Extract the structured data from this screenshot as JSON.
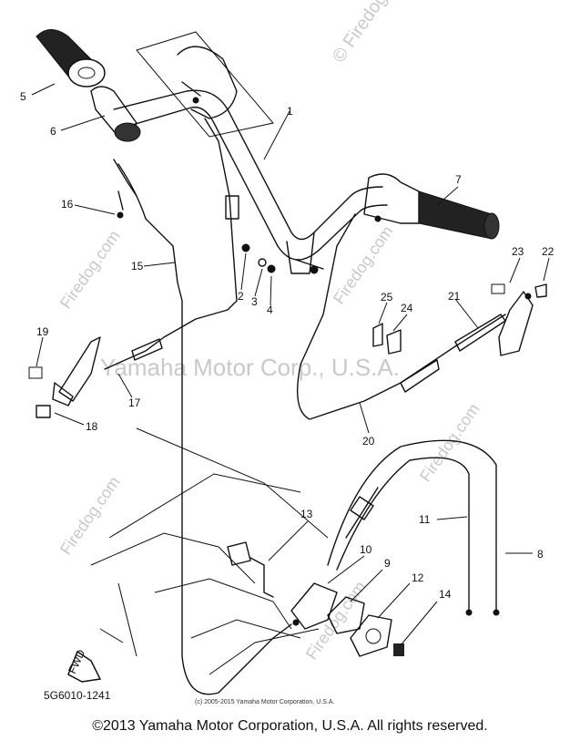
{
  "watermarks": {
    "main": "Yamaha Motor Corp., U.S.A.",
    "site": "Firedog.com",
    "corner": "© Firedog.com"
  },
  "drawing_number": "5G6010-1241",
  "small_credit": "(c) 2005-2015 Yamaha Motor Corporation, U.S.A.",
  "copyright": "©2013 Yamaha Motor Corporation, U.S.A. All rights reserved.",
  "fwd_label": "FWD",
  "part_labels": [
    "1",
    "2",
    "3",
    "4",
    "5",
    "6",
    "7",
    "8",
    "9",
    "10",
    "11",
    "12",
    "13",
    "14",
    "15",
    "16",
    "17",
    "18",
    "19",
    "20",
    "21",
    "22",
    "23",
    "24",
    "25"
  ]
}
